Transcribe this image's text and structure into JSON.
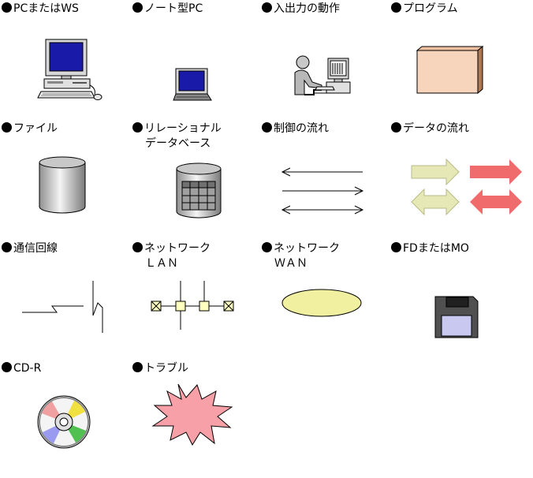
{
  "items": [
    {
      "label": "PCまたはWS",
      "icon": "desktop-pc-icon"
    },
    {
      "label": "ノート型PC",
      "icon": "laptop-icon"
    },
    {
      "label": "入出力の動作",
      "icon": "user-at-computer-icon"
    },
    {
      "label": "プログラム",
      "icon": "program-box-icon"
    },
    {
      "label": "ファイル",
      "icon": "file-cylinder-icon"
    },
    {
      "label": "リレーショナル",
      "label2": "データベース",
      "icon": "database-icon"
    },
    {
      "label": "制御の流れ",
      "icon": "control-flow-arrows-icon"
    },
    {
      "label": "データの流れ",
      "icon": "data-flow-arrows-icon"
    },
    {
      "label": "通信回線",
      "icon": "communication-line-icon"
    },
    {
      "label": "ネットワーク",
      "label2": "ＬＡＮ",
      "icon": "lan-icon"
    },
    {
      "label": "ネットワーク",
      "label2": "ＷＡＮ",
      "icon": "wan-ellipse-icon"
    },
    {
      "label": "FDまたはMO",
      "icon": "floppy-disk-icon"
    },
    {
      "label": "CD-R",
      "icon": "cd-r-icon"
    },
    {
      "label": "トラブル",
      "icon": "trouble-burst-icon"
    }
  ],
  "colors": {
    "screen_blue": "#1a1aa8",
    "program_fill": "#f7d4bc",
    "program_side": "#b07850",
    "cylinder_gray": "#c8c8c8",
    "lan_node": "#ffffc0",
    "wan_fill": "#f0f0a0",
    "floppy_label": "#c8c8f0",
    "data_arrow_cream": "#e6e8b6",
    "data_arrow_red": "#f06c6c",
    "trouble_pink": "#f7a0a8"
  }
}
